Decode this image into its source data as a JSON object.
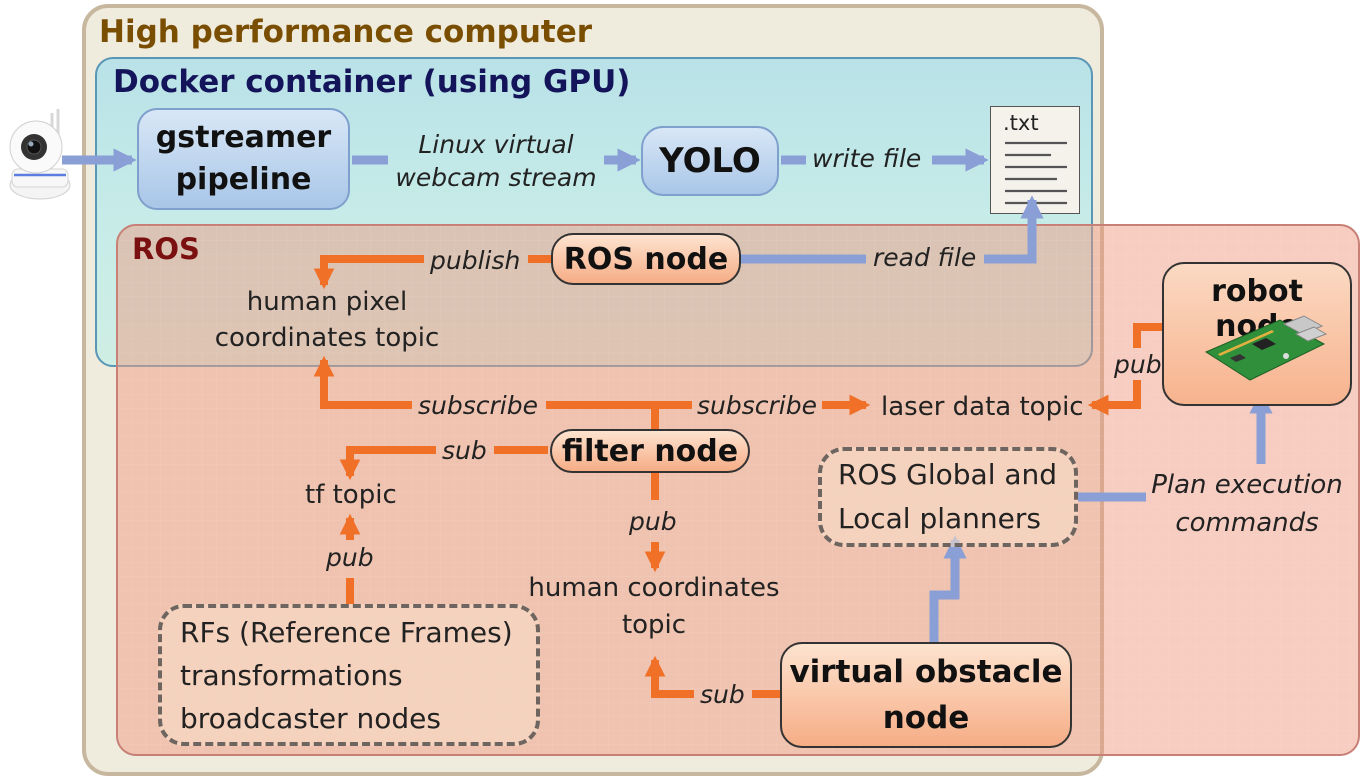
{
  "regions": {
    "hpc_title": "High performance computer",
    "docker_title": "Docker container (using GPU)",
    "ros_title": "ROS"
  },
  "nodes": {
    "gstreamer": [
      "gstreamer",
      "pipeline"
    ],
    "yolo": "YOLO",
    "txt_file": ".txt",
    "ros_node": "ROS node",
    "robot_node": "robot node",
    "filter_node": "filter node",
    "virtual_obstacle": [
      "virtual obstacle",
      "node"
    ],
    "planners": [
      "ROS Global and",
      "Local planners"
    ],
    "rfs": [
      "RFs (Reference Frames)",
      "transformations",
      "broadcaster nodes"
    ]
  },
  "topics": {
    "human_pixel": [
      "human pixel",
      "coordinates topic"
    ],
    "laser": "laser data topic",
    "tf": "tf topic",
    "human_coords": [
      "human coordinates",
      "topic"
    ]
  },
  "edges": {
    "webcam_stream": [
      "Linux virtual",
      "webcam stream"
    ],
    "write_file": "write file",
    "read_file": "read file",
    "publish": "publish",
    "subscribe_left": "subscribe",
    "subscribe_right": "subscribe",
    "sub_tf": "sub",
    "pub_human": "pub",
    "pub_tf": "pub",
    "pub_laser": "pub",
    "sub_virtual": "sub",
    "plan_commands": [
      "Plan execution",
      "commands"
    ]
  },
  "colors": {
    "ros_arrow": "#f07028",
    "docker_arrow": "#8a9fd6",
    "hpc_title": "#7a4e00",
    "docker_title": "#14145a",
    "ros_title": "#7b1010"
  }
}
